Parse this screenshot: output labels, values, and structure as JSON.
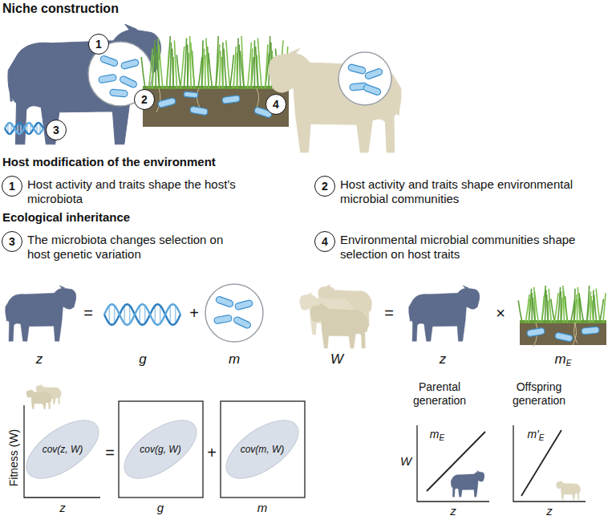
{
  "diagram": {
    "title": "Niche construction",
    "nodes": [
      {
        "text": [
          "1"
        ]
      },
      {
        "text": [
          "2"
        ]
      },
      {
        "text": [
          "3"
        ]
      },
      {
        "text": [
          "4"
        ]
      },
      {
        "text": [
          "1"
        ]
      },
      {
        "text": [
          "2"
        ]
      },
      {
        "text": [
          "3"
        ]
      },
      {
        "text": [
          "4"
        ]
      },
      {
        "text": [
          "cov(z, W)"
        ]
      },
      {
        "text": [
          "cov(g, W)"
        ]
      },
      {
        "text": [
          "cov(m, W)"
        ]
      }
    ],
    "labels": [
      "Host modification of the environment",
      "Host activity and traits shape the host’s microbiota",
      "Host activity and traits shape environmental microbial communities",
      "Ecological inheritance",
      "The microbiota changes selection on host genetic variation",
      "Environmental microbial communities shape selection on host traits",
      "z",
      "=",
      "g",
      "+",
      "m",
      "W",
      "=",
      "z",
      "×",
      "mE",
      "Fitness (W)",
      "=",
      "+",
      "z",
      "g",
      "m",
      "Parental generation",
      "Offspring generation",
      "W",
      "mE",
      "z",
      "m′E",
      "z"
    ]
  }
}
